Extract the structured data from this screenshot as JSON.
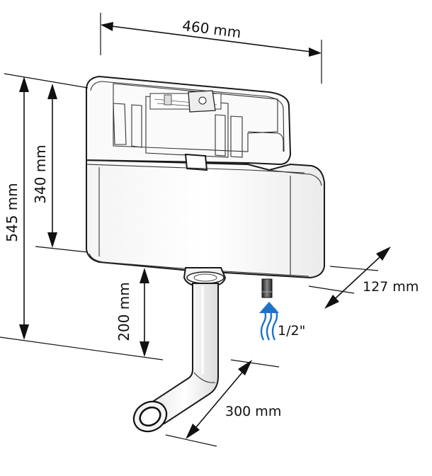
{
  "dimensions": {
    "width": "460 mm",
    "total_height": "545 mm",
    "cistern_height": "340 mm",
    "outlet_height": "200 mm",
    "depth": "127 mm",
    "outlet_length": "300 mm",
    "inlet_size": "1/2\""
  },
  "colors": {
    "inlet_arrow": "#1e73c8",
    "outline": "#1a1a1a"
  }
}
